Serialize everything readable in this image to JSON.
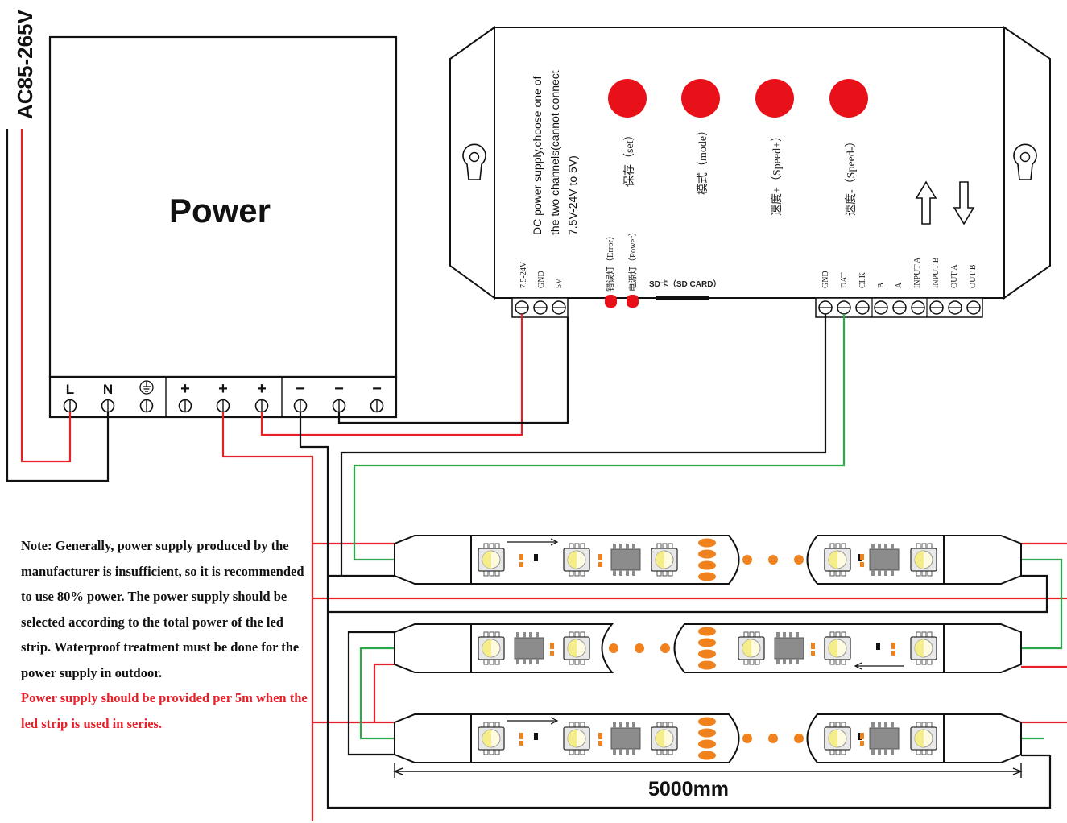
{
  "voltage_label": "AC85-265V",
  "power_label": "Power",
  "terminals": {
    "L": "L",
    "N": "N",
    "plus": "+",
    "minus": "−"
  },
  "controller": {
    "dc_note_line1": "DC power supply,choose one of",
    "dc_note_line2": "the two channels(cannot connect",
    "dc_note_line3": "7.5V-24V to 5V)",
    "buttons": [
      {
        "label": "保存（set）"
      },
      {
        "label": "模式（mode）"
      },
      {
        "label": "速度+（Speed+）"
      },
      {
        "label": "速度-（Speed-）"
      }
    ],
    "left_pins": [
      "7.5-24V",
      "GND",
      "5V"
    ],
    "leds": [
      "错误灯（Error）",
      "电源灯（Power）"
    ],
    "sd_label": "SD卡（SD CARD）",
    "right_pins": [
      "GND",
      "DAT",
      "CLK",
      "B",
      "A",
      "INPUT A",
      "INPUT B",
      "OUT A",
      "OUT B"
    ]
  },
  "note": {
    "black": "Note: Generally, power supply produced by the manufacturer is insufficient, so it is recommended to use 80% power. The power supply should be selected according to the total power of the led strip. Waterproof treatment must be done for the power supply in outdoor.",
    "red": "Power supply should be provided per 5m when the led strip is used in series."
  },
  "dimension_label": "5000mm",
  "colors": {
    "wire_red": "#e8202a",
    "wire_green": "#2aa84a",
    "wire_black": "#111111",
    "button_red": "#e8111a",
    "orange": "#f0821e"
  }
}
